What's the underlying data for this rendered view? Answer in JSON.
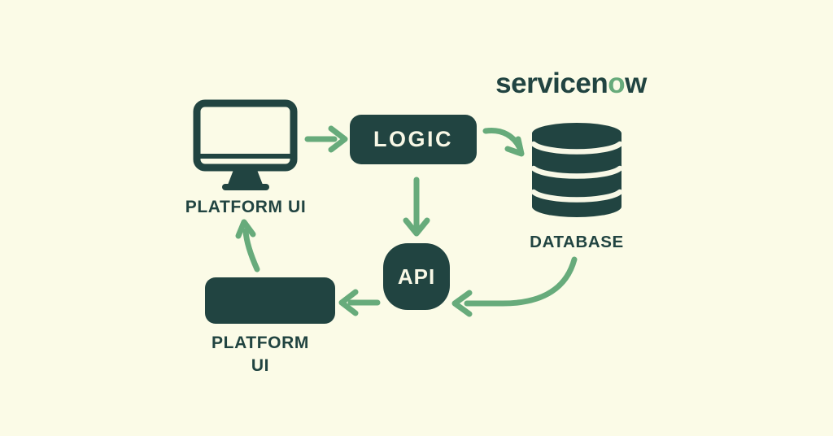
{
  "colors": {
    "background": "#FBFBE7",
    "dark_teal": "#214441",
    "arrow_green": "#67AB7B",
    "cream_text": "#F8F8E6"
  },
  "logo": {
    "prefix": "servicen",
    "accent_letter": "o",
    "suffix": "w"
  },
  "nodes": {
    "platform_ui_top": {
      "label": "PLATFORM UI",
      "icon": "monitor-icon"
    },
    "logic": {
      "label": "LOGIC"
    },
    "database": {
      "label": "DATABASE",
      "icon": "database-icon"
    },
    "api": {
      "label": "API"
    },
    "platform_ui_bottom": {
      "label_line1": "PLATFORM",
      "label_line2": "UI"
    }
  },
  "edges": [
    {
      "from": "platform-ui-top",
      "to": "logic",
      "style": "straight-right"
    },
    {
      "from": "logic",
      "to": "database",
      "style": "curved-down-right"
    },
    {
      "from": "logic",
      "to": "api",
      "style": "straight-down"
    },
    {
      "from": "database",
      "to": "api",
      "style": "curved-down-left"
    },
    {
      "from": "api",
      "to": "platform-ui-bottom",
      "style": "straight-left"
    },
    {
      "from": "platform-ui-bottom",
      "to": "platform-ui-top",
      "style": "curved-up"
    }
  ]
}
